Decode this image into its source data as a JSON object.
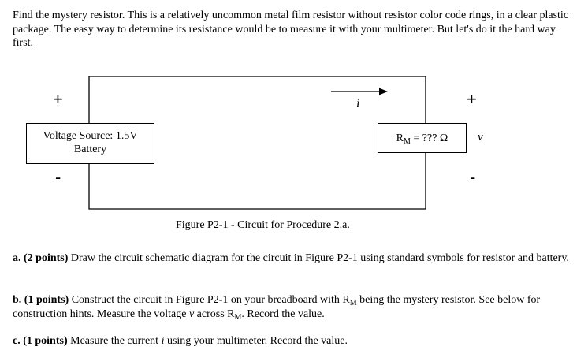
{
  "intro": "Find the mystery resistor. This is a relatively uncommon metal film resistor without resistor color code rings, in a clear plastic package. The easy way to determine its resistance would be to measure it with your multimeter. But let's do it the hard way first.",
  "figure": {
    "source_plus": "+",
    "source_minus": "-",
    "source_label_line1": "Voltage Source: 1.5V",
    "source_label_line2": "Battery",
    "current_symbol": "i",
    "resistor_label": {
      "prefix": "R",
      "subscript": "M",
      "suffix": " = ??? Ω"
    },
    "voltage_plus": "+",
    "voltage_symbol": "v",
    "voltage_minus": "-",
    "caption": "Figure P2-1 - Circuit for Procedure 2.a."
  },
  "questions": {
    "a": {
      "label": "a. (2 points)",
      "text": " Draw the circuit schematic diagram for the circuit in Figure P2-1 using standard symbols for resistor and battery."
    },
    "b": {
      "label": "b. (1 points)",
      "text_1": " Construct the circuit in Figure P2-1 on your breadboard with R",
      "sub_1": "M",
      "text_2": " being the mystery resistor. See below for construction hints. Measure the voltage ",
      "var_v": "v",
      "text_3": " across R",
      "sub_2": "M",
      "text_4": ". Record the value."
    },
    "c": {
      "label": "c. (1 points)",
      "text_1": " Measure the current ",
      "var_i": "i",
      "text_2": " using your multimeter. Record the value."
    }
  }
}
